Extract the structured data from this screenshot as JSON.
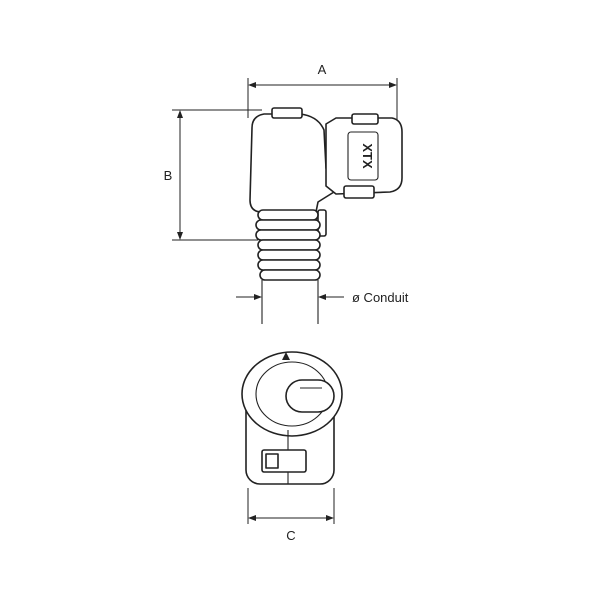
{
  "diagram": {
    "labels": {
      "dim_a": "A",
      "dim_b": "B",
      "dim_c": "C",
      "conduit": "ø Conduit",
      "logo_text": "XTX"
    },
    "colors": {
      "line": "#222222",
      "background": "#ffffff"
    }
  }
}
